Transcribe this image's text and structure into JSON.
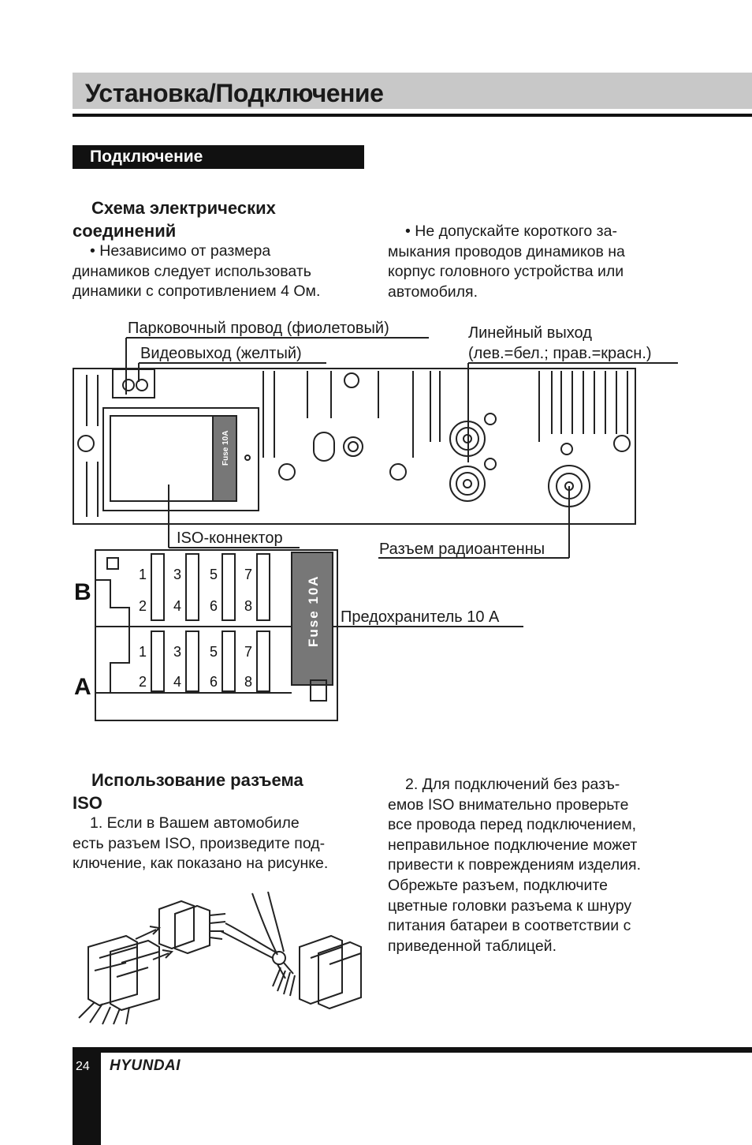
{
  "header": {
    "title": "Установка/Подключение"
  },
  "section": {
    "title": "Подключение"
  },
  "wiring": {
    "heading_line1": "Схема электрических",
    "heading_line2": "соединений",
    "left_par": [
      "• Независимо от размера",
      "динамиков следует использовать",
      "динамики с сопротивлением 4 Ом."
    ],
    "right_par": [
      "• Не допускайте короткого за-",
      "мыкания проводов динамиков на",
      "корпус головного устройства или",
      "автомобиля."
    ]
  },
  "diagram": {
    "parking_wire": "Парковочный провод (фиолетовый)",
    "video_out": "Видеовыход (желтый)",
    "line_out_1": "Линейный выход",
    "line_out_2": "(лев.=бел.; прав.=красн.)",
    "iso_connector": "ISO-коннектор",
    "antenna": "Разъем радиоантенны",
    "fuse_label": "Предохранитель 10 А",
    "fuse_text": "Fuse 10A",
    "block_b": "B",
    "block_a": "A",
    "pins_odd": [
      "1",
      "3",
      "5",
      "7"
    ],
    "pins_even": [
      "2",
      "4",
      "6",
      "8"
    ]
  },
  "iso_usage": {
    "heading_line1": "Использование разъема",
    "heading_line2": "ISO",
    "left_par": [
      "1. Если в Вашем автомобиле",
      "есть разъем ISO, произведите под-",
      "ключение, как показано на рисунке."
    ],
    "right_par": [
      "2. Для подключений без разъ-",
      "емов ISO внимательно проверьте",
      "все провода перед подключением,",
      "неправильное подключение может",
      "привести к повреждениям изделия.",
      "Обрежьте разъем, подключите",
      "цветные головки разъема к шнуру",
      "питания батареи в соответствии с",
      "приведенной таблицей."
    ]
  },
  "footer": {
    "page": "24",
    "brand": "HYUNDAI"
  }
}
